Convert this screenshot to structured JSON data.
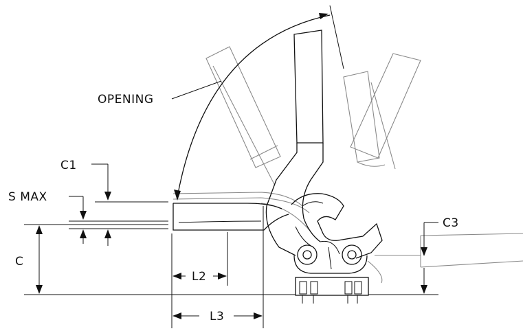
{
  "labels": {
    "opening": "OPENING",
    "c1": "C1",
    "s_max": "S MAX",
    "c": "C",
    "l2": "L2",
    "l3": "L3",
    "c3": "C3"
  }
}
